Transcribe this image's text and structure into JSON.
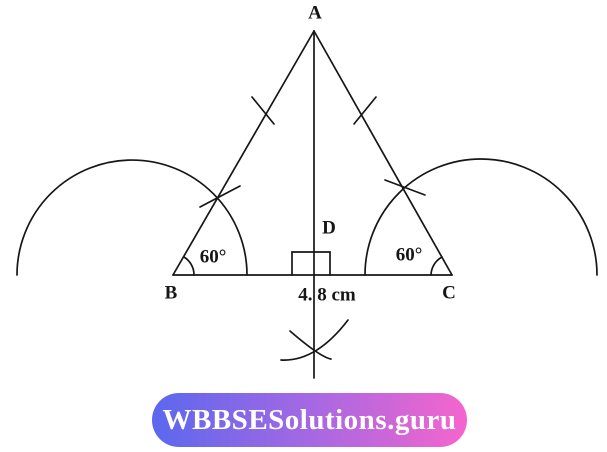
{
  "figure": {
    "background_color": "#ffffff",
    "line_color": "#161616",
    "vertex_labels": {
      "apex": "A",
      "base_left": "B",
      "base_right": "C",
      "foot": "D"
    },
    "angle_labels": {
      "at_b": "60°",
      "at_c": "60°"
    },
    "base_measure": "4. 8 cm"
  },
  "watermark": {
    "text": "WBBSESolutions.guru",
    "text_color": "#ffffff",
    "gradient_start": "#5b68ee",
    "gradient_mid": "#a868e2",
    "gradient_end": "#f565cd"
  }
}
